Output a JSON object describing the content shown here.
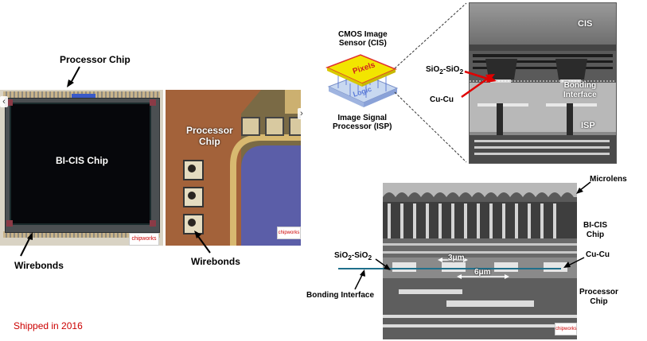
{
  "left_photo": {
    "processor_label": "Processor Chip",
    "chip_label": "BI-CIS Chip",
    "wirebonds_label": "Wirebonds",
    "watermark": "chipworks"
  },
  "zoom_photo": {
    "processor_label_line1": "Processor",
    "processor_label_line2": "Chip",
    "wirebonds_label": "Wirebonds",
    "watermark": "chipworks"
  },
  "shipped_note": "Shipped in 2016",
  "stack_diagram": {
    "cis_line1": "CMOS Image",
    "cis_line2": "Sensor (CIS)",
    "pixels": "Pixels",
    "logic": "Logic",
    "isp_line1": "Image Signal",
    "isp_line2": "Processor (ISP)"
  },
  "top_sem": {
    "cis": "CIS",
    "bonding_line1": "Bonding",
    "bonding_line2": "Interface",
    "isp": "ISP",
    "sio2": "SiO",
    "sio2_rest": "-SiO",
    "cucu": "Cu-Cu"
  },
  "bottom_sem": {
    "microlens": "Microlens",
    "bicis_line1": "BI-CIS",
    "bicis_line2": "Chip",
    "cucu": "Cu-Cu",
    "dim_3um": "3μm",
    "dim_6um": "6μm",
    "processor_line1": "Processor",
    "processor_line2": "Chip",
    "sio2": "SiO",
    "sio2_rest": "-SiO",
    "bonding_interface": "Bonding Interface",
    "watermark": "chipworks"
  },
  "colors": {
    "shipped": "#cc0000",
    "bond_line": "#1f6f8b",
    "pixels": "#f2e500",
    "logic_layer": "#c8d8f0",
    "red_arrow": "#e00000"
  }
}
